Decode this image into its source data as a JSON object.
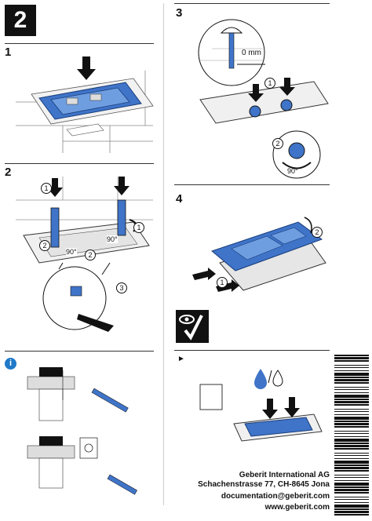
{
  "header": {
    "step": "2"
  },
  "steps": [
    {
      "num": "1"
    },
    {
      "num": "2",
      "callouts": [
        "1",
        "2",
        "90°",
        "90°",
        "3",
        "1",
        "2"
      ]
    },
    {
      "num": "3",
      "label": "0 mm",
      "callouts": [
        "1",
        "2",
        "90°"
      ]
    },
    {
      "num": "4",
      "callouts": [
        "1",
        "2"
      ]
    }
  ],
  "info": {
    "symbol": "i"
  },
  "notice_symbol": "►",
  "contact": {
    "company": "Geberit International AG",
    "address": "Schachenstrasse 77, CH-8645 Jona",
    "email": "documentation@geberit.com",
    "website": "www.geberit.com"
  },
  "colors": {
    "accent": "#3f74c8",
    "accent_light": "#6f9ee0",
    "dark": "#111111",
    "info": "#1f78c8"
  }
}
